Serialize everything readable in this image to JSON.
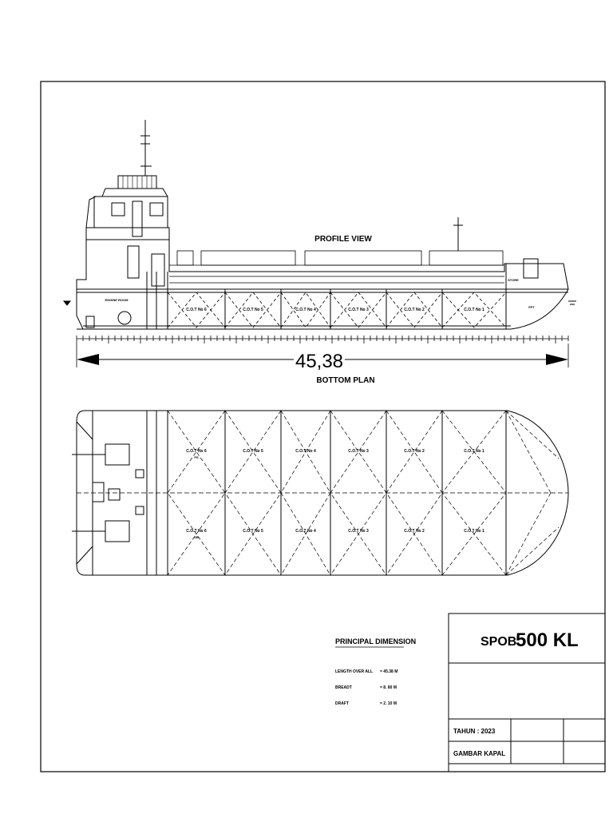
{
  "profile_view_label": "PROFILE VIEW",
  "bottom_plan_label": "BOTTOM PLAN",
  "overall_length_dimension": "45,38",
  "engine_room_label": "ENGINE ROOM",
  "fpt_label": "FPT",
  "store_label": "STORE",
  "cargo_tanks_profile": [
    "C.O.T No 6",
    "C.O.T No 5",
    "C.O.T No 4",
    "C.O.T No 3",
    "C.O.T No 2",
    "C.O.T No 1"
  ],
  "cargo_tanks_plan_port": [
    "C.O.T No 6",
    "C.O.T No 5",
    "C.O.T No 4",
    "C.O.T No 3",
    "C.O.T No 2",
    "C.O.T No 1"
  ],
  "cargo_tanks_plan_stbd": [
    "C.O.T No 6",
    "C.O.T No 5",
    "C.O.T No 4",
    "C.O.T No 3",
    "C.O.T No 2",
    "C.O.T No 1"
  ],
  "tank_side_ps": "PS",
  "tank_side_sb": "SB",
  "principal_dimension": {
    "heading": "PRINCIPAL DIMENSION",
    "rows": [
      {
        "label": "LENGTH OVER ALL",
        "value": "= 45.38 M"
      },
      {
        "label": "BREADT",
        "value": "= 8. 80 M"
      },
      {
        "label": "DRAFT",
        "value": "= 2. 10 M"
      }
    ]
  },
  "title_block": {
    "title_prefix": "SPOB",
    "title_main": "500 KL",
    "year_row": "TAHUN  : 2023",
    "drawing_row": "GAMBAR KAPAL"
  }
}
